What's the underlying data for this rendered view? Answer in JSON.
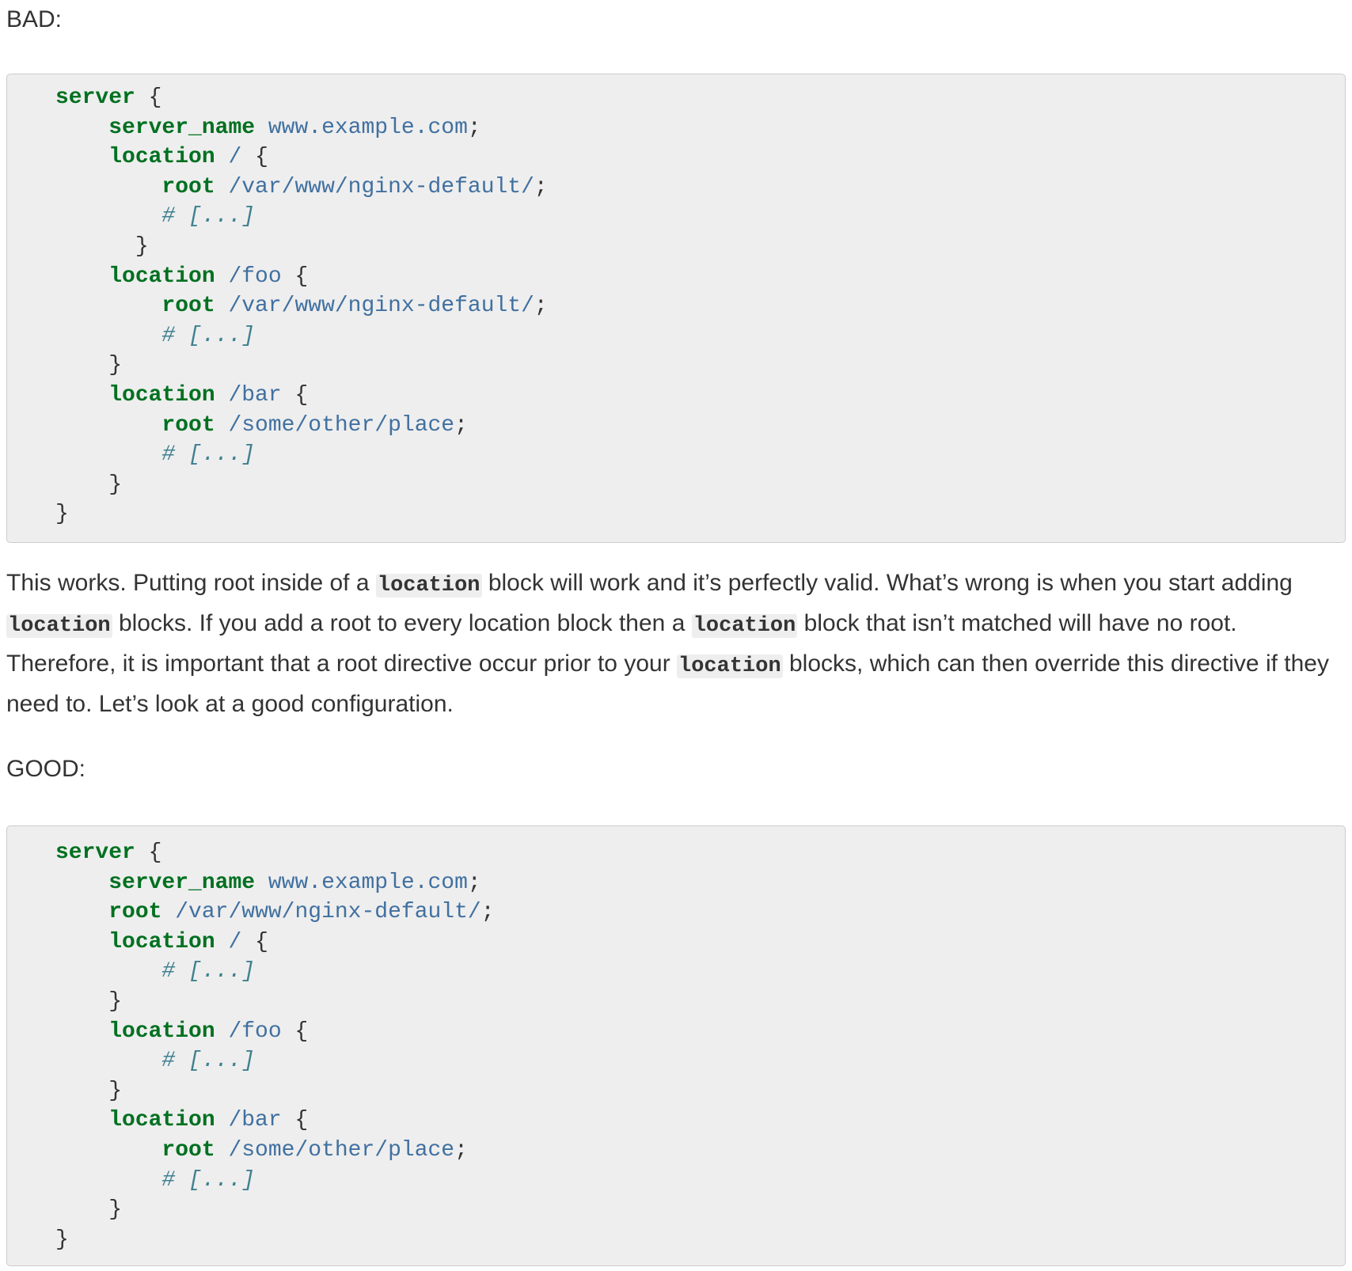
{
  "bad": {
    "label": "BAD:",
    "lines": [
      {
        "indent": "",
        "tokens": [
          {
            "t": "server",
            "c": "kw"
          },
          {
            "t": " {",
            "c": "punc"
          }
        ]
      },
      {
        "indent": "    ",
        "tokens": [
          {
            "t": "server_name",
            "c": "kw"
          },
          {
            "t": " ",
            "c": "punc"
          },
          {
            "t": "www.example.com",
            "c": "str"
          },
          {
            "t": ";",
            "c": "punc"
          }
        ]
      },
      {
        "indent": "    ",
        "tokens": [
          {
            "t": "location",
            "c": "kw"
          },
          {
            "t": " ",
            "c": "punc"
          },
          {
            "t": "/",
            "c": "str"
          },
          {
            "t": " {",
            "c": "punc"
          }
        ]
      },
      {
        "indent": "        ",
        "tokens": [
          {
            "t": "root",
            "c": "kw"
          },
          {
            "t": " ",
            "c": "punc"
          },
          {
            "t": "/var/www/nginx-default/",
            "c": "str"
          },
          {
            "t": ";",
            "c": "punc"
          }
        ]
      },
      {
        "indent": "        ",
        "tokens": [
          {
            "t": "# [...]",
            "c": "cmt"
          }
        ]
      },
      {
        "indent": "      ",
        "tokens": [
          {
            "t": "}",
            "c": "punc"
          }
        ]
      },
      {
        "indent": "    ",
        "tokens": [
          {
            "t": "location",
            "c": "kw"
          },
          {
            "t": " ",
            "c": "punc"
          },
          {
            "t": "/foo",
            "c": "str"
          },
          {
            "t": " {",
            "c": "punc"
          }
        ]
      },
      {
        "indent": "        ",
        "tokens": [
          {
            "t": "root",
            "c": "kw"
          },
          {
            "t": " ",
            "c": "punc"
          },
          {
            "t": "/var/www/nginx-default/",
            "c": "str"
          },
          {
            "t": ";",
            "c": "punc"
          }
        ]
      },
      {
        "indent": "        ",
        "tokens": [
          {
            "t": "# [...]",
            "c": "cmt"
          }
        ]
      },
      {
        "indent": "    ",
        "tokens": [
          {
            "t": "}",
            "c": "punc"
          }
        ]
      },
      {
        "indent": "    ",
        "tokens": [
          {
            "t": "location",
            "c": "kw"
          },
          {
            "t": " ",
            "c": "punc"
          },
          {
            "t": "/bar",
            "c": "str"
          },
          {
            "t": " {",
            "c": "punc"
          }
        ]
      },
      {
        "indent": "        ",
        "tokens": [
          {
            "t": "root",
            "c": "kw"
          },
          {
            "t": " ",
            "c": "punc"
          },
          {
            "t": "/some/other/place",
            "c": "str"
          },
          {
            "t": ";",
            "c": "punc"
          }
        ]
      },
      {
        "indent": "        ",
        "tokens": [
          {
            "t": "# [...]",
            "c": "cmt"
          }
        ]
      },
      {
        "indent": "    ",
        "tokens": [
          {
            "t": "}",
            "c": "punc"
          }
        ]
      },
      {
        "indent": "",
        "tokens": [
          {
            "t": "}",
            "c": "punc"
          }
        ]
      }
    ]
  },
  "paragraph": {
    "segments": [
      {
        "t": "This works. Putting root inside of a ",
        "code": false
      },
      {
        "t": "location",
        "code": true
      },
      {
        "t": " block will work and it’s perfectly valid. What’s wrong is when you start adding ",
        "code": false
      },
      {
        "t": "location",
        "code": true
      },
      {
        "t": " blocks. If you add a root to every location block then a ",
        "code": false
      },
      {
        "t": "location",
        "code": true
      },
      {
        "t": " block that isn’t matched will have no root. Therefore, it is important that a root directive occur prior to your ",
        "code": false
      },
      {
        "t": "location",
        "code": true
      },
      {
        "t": " blocks, which can then override this directive if they need to. Let’s look at a good configuration.",
        "code": false
      }
    ]
  },
  "good": {
    "label": "GOOD:",
    "lines": [
      {
        "indent": "",
        "tokens": [
          {
            "t": "server",
            "c": "kw"
          },
          {
            "t": " {",
            "c": "punc"
          }
        ]
      },
      {
        "indent": "    ",
        "tokens": [
          {
            "t": "server_name",
            "c": "kw"
          },
          {
            "t": " ",
            "c": "punc"
          },
          {
            "t": "www.example.com",
            "c": "str"
          },
          {
            "t": ";",
            "c": "punc"
          }
        ]
      },
      {
        "indent": "    ",
        "tokens": [
          {
            "t": "root",
            "c": "kw"
          },
          {
            "t": " ",
            "c": "punc"
          },
          {
            "t": "/var/www/nginx-default/",
            "c": "str"
          },
          {
            "t": ";",
            "c": "punc"
          }
        ]
      },
      {
        "indent": "    ",
        "tokens": [
          {
            "t": "location",
            "c": "kw"
          },
          {
            "t": " ",
            "c": "punc"
          },
          {
            "t": "/",
            "c": "str"
          },
          {
            "t": " {",
            "c": "punc"
          }
        ]
      },
      {
        "indent": "        ",
        "tokens": [
          {
            "t": "# [...]",
            "c": "cmt"
          }
        ]
      },
      {
        "indent": "    ",
        "tokens": [
          {
            "t": "}",
            "c": "punc"
          }
        ]
      },
      {
        "indent": "    ",
        "tokens": [
          {
            "t": "location",
            "c": "kw"
          },
          {
            "t": " ",
            "c": "punc"
          },
          {
            "t": "/foo",
            "c": "str"
          },
          {
            "t": " {",
            "c": "punc"
          }
        ]
      },
      {
        "indent": "        ",
        "tokens": [
          {
            "t": "# [...]",
            "c": "cmt"
          }
        ]
      },
      {
        "indent": "    ",
        "tokens": [
          {
            "t": "}",
            "c": "punc"
          }
        ]
      },
      {
        "indent": "    ",
        "tokens": [
          {
            "t": "location",
            "c": "kw"
          },
          {
            "t": " ",
            "c": "punc"
          },
          {
            "t": "/bar",
            "c": "str"
          },
          {
            "t": " {",
            "c": "punc"
          }
        ]
      },
      {
        "indent": "        ",
        "tokens": [
          {
            "t": "root",
            "c": "kw"
          },
          {
            "t": " ",
            "c": "punc"
          },
          {
            "t": "/some/other/place",
            "c": "str"
          },
          {
            "t": ";",
            "c": "punc"
          }
        ]
      },
      {
        "indent": "        ",
        "tokens": [
          {
            "t": "# [...]",
            "c": "cmt"
          }
        ]
      },
      {
        "indent": "    ",
        "tokens": [
          {
            "t": "}",
            "c": "punc"
          }
        ]
      },
      {
        "indent": "",
        "tokens": [
          {
            "t": "}",
            "c": "punc"
          }
        ]
      }
    ]
  },
  "colors": {
    "keyword": "#007020",
    "string": "#4070a0",
    "comment": "#408090",
    "code_background": "#eeeeee",
    "text": "#333333"
  }
}
